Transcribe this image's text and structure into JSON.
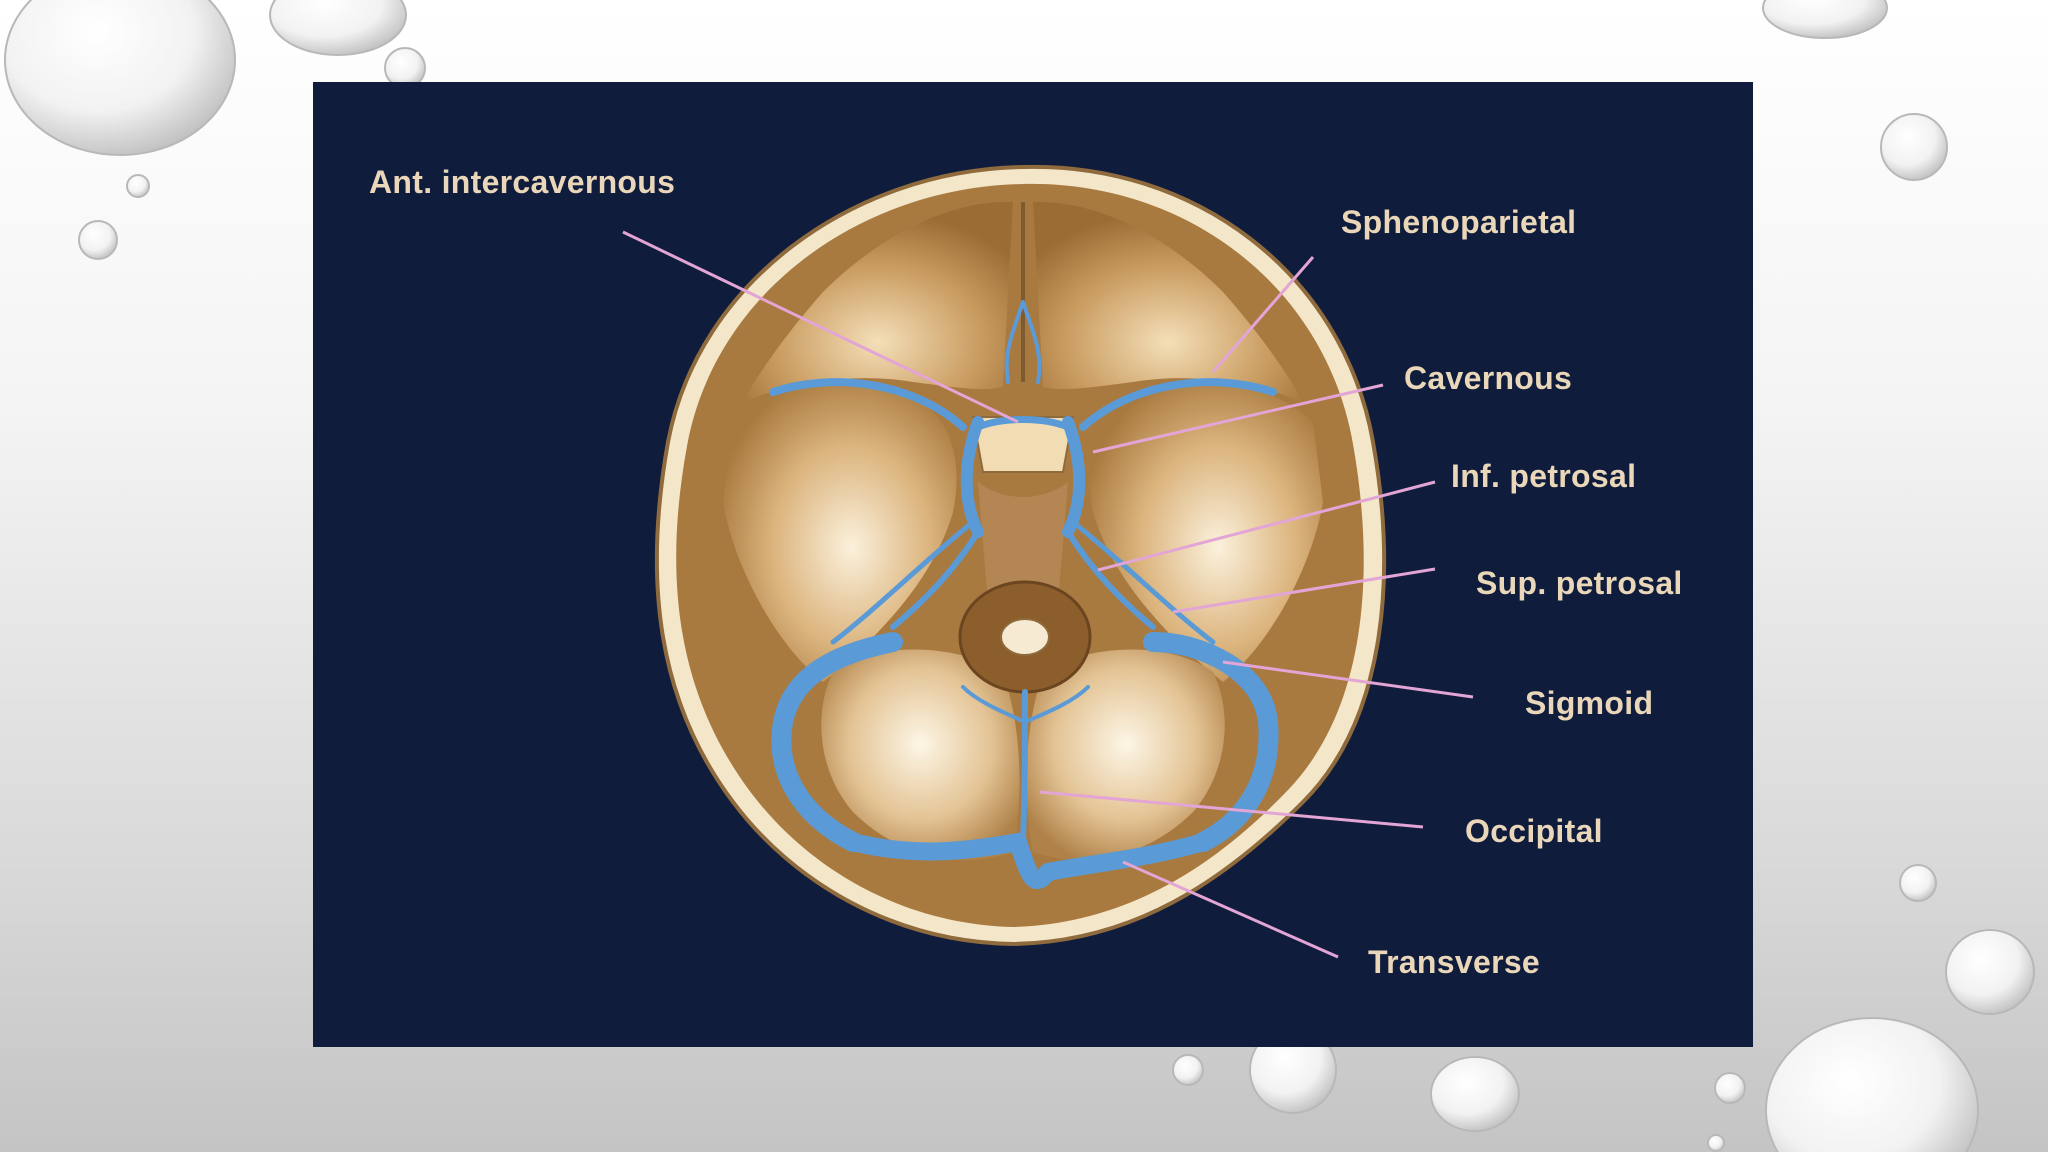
{
  "colors": {
    "panel": "#0f1c3c",
    "bone": "#b4864e",
    "vein": "#5a9ad6",
    "leader": "#e3a5d5",
    "label": "#ead7b9"
  },
  "labels": {
    "ant_intercavernous": "Ant. intercavernous",
    "sphenoparietal": "Sphenoparietal",
    "cavernous": "Cavernous",
    "inf_petrosal": "Inf. petrosal",
    "sup_petrosal": "Sup. petrosal",
    "sigmoid": "Sigmoid",
    "occipital": "Occipital",
    "transverse": "Transverse"
  }
}
